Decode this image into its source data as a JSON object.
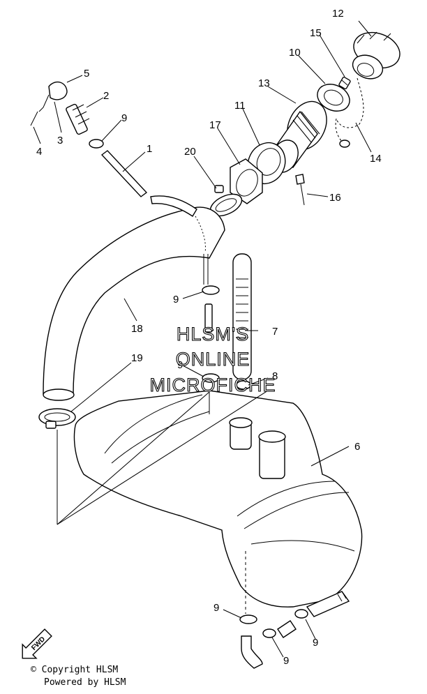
{
  "callouts": [
    "1",
    "2",
    "3",
    "4",
    "5",
    "6",
    "7",
    "8",
    "9",
    "9",
    "9",
    "9",
    "9",
    "9",
    "10",
    "11",
    "12",
    "13",
    "14",
    "15",
    "16",
    "17",
    "18",
    "19",
    "20"
  ],
  "watermark": {
    "line1": "HLSM'S",
    "line2": "ONLINE",
    "line3": "MICROFICHE"
  },
  "direction_badge": "FWD",
  "footer": {
    "copyright": "© Copyright HLSM",
    "powered": "Powered by HLSM"
  }
}
